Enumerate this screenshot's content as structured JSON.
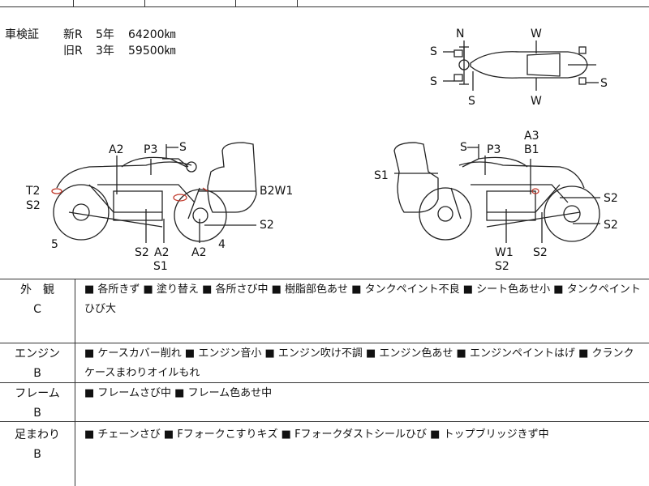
{
  "inspection": {
    "label": "車検証",
    "new_row": {
      "tag": "新R",
      "years": "5年",
      "km": "64200㎞"
    },
    "old_row": {
      "tag": "旧R",
      "years": "3年",
      "km": "59500㎞"
    }
  },
  "top_view_labels": {
    "n": "N",
    "w_top": "W",
    "s_left_top": "S",
    "s_left_bottom": "S",
    "s_bottom": "S",
    "w_bottom": "W",
    "s_right": "S"
  },
  "left_side_labels": {
    "a2_top": "A2",
    "p3": "P3",
    "s_top": "S",
    "t2": "T2",
    "s2_left": "S2",
    "b2w1": "B2W1",
    "s2_right": "S2",
    "five": "5",
    "four": "4",
    "s2_bottom": "S2",
    "a2_bottom": "A2",
    "s1": "S1",
    "a2_front": "A2"
  },
  "right_side_labels": {
    "s_top": "S",
    "p3": "P3",
    "a3": "A3",
    "b1": "B1",
    "s1": "S1",
    "s2_a": "S2",
    "s2_b": "S2",
    "w1": "W1",
    "s2_bottom": "S2",
    "s2_rear": "S2"
  },
  "conditions": [
    {
      "category": "外　観",
      "grade": "C",
      "items": "■ 各所きず ■ 塗り替え ■ 各所さび中 ■ 樹脂部色あせ ■ タンクペイント不良 ■ シート色あせ小 ■ タンクペイントひび大"
    },
    {
      "category": "エンジン",
      "grade": "B",
      "items": "■ ケースカバー削れ ■ エンジン音小 ■ エンジン吹け不調 ■ エンジン色あせ ■ エンジンペイントはげ ■ クランクケースまわりオイルもれ"
    },
    {
      "category": "フレーム",
      "grade": "B",
      "items": "■ フレームさび中 ■ フレーム色あせ中"
    },
    {
      "category": "足まわり",
      "grade": "B",
      "items": "■ チェーンさび ■ Fフォークこすりキズ ■ Fフォークダストシールひび ■ トップブリッジきず中"
    }
  ]
}
